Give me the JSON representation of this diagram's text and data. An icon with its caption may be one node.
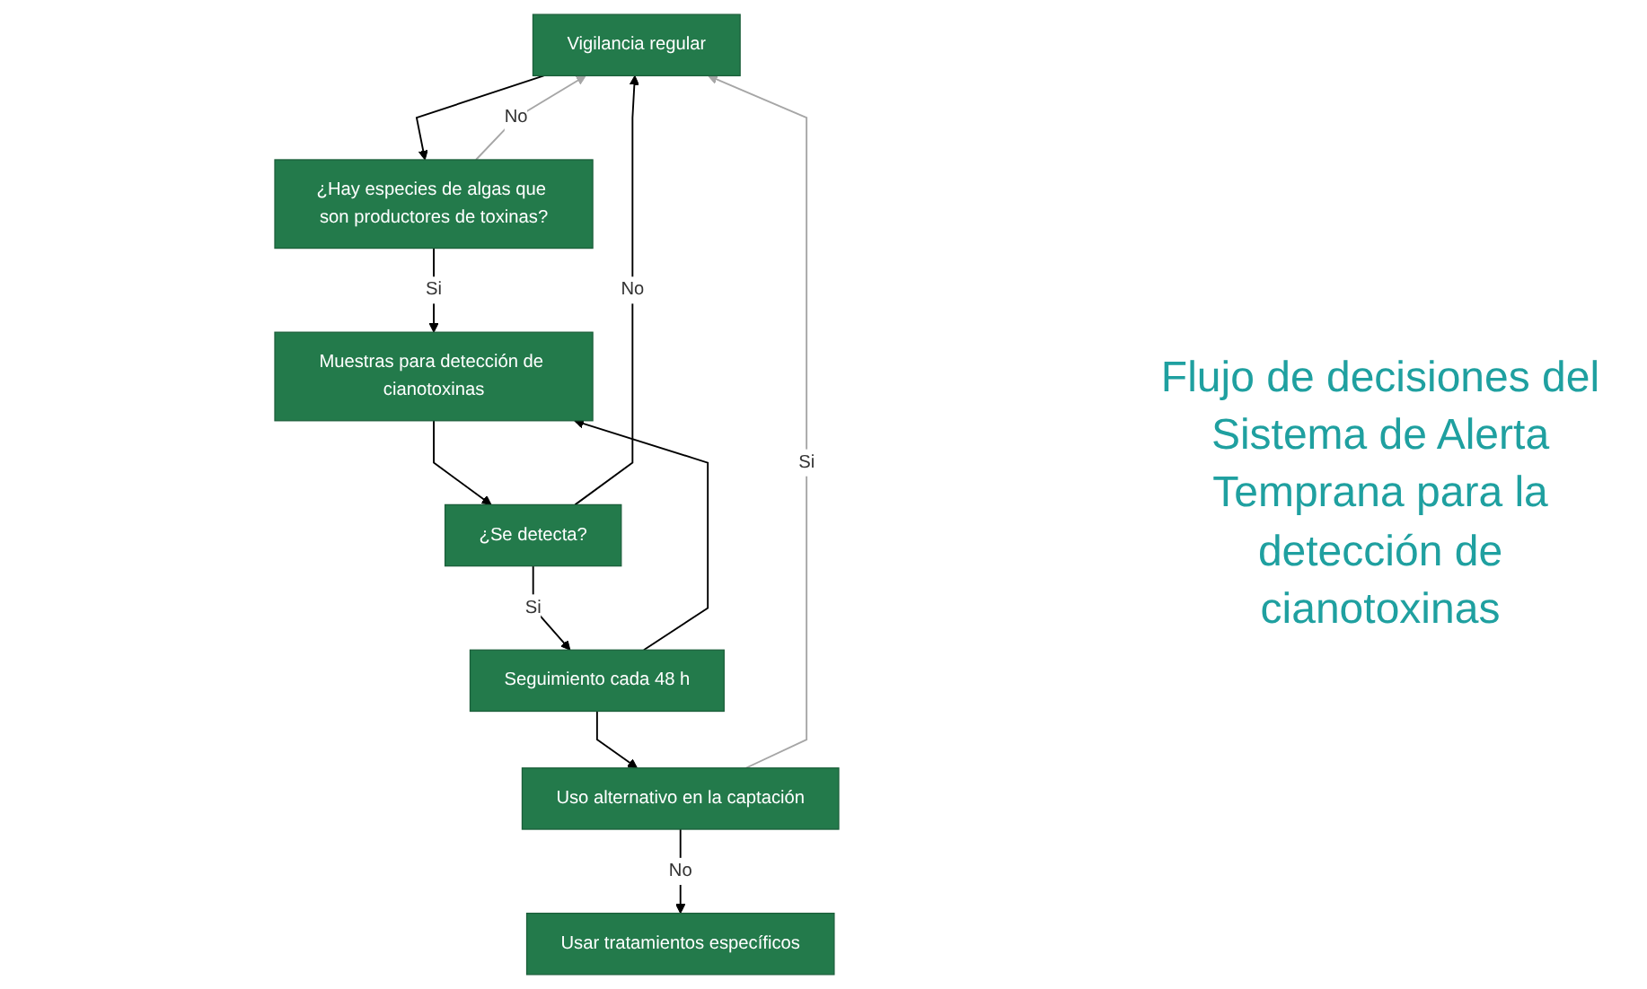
{
  "diagram": {
    "title": "Flujo de decisiones del Sistema de Alerta Temprana para la detección de cianotoxinas",
    "nodes": [
      {
        "text": [
          "Vigilancia regular"
        ]
      },
      {
        "text": [
          "¿Hay especies de algas que son productores de toxinas?"
        ]
      },
      {
        "text": [
          "Muestras para detección de cianotoxinas"
        ]
      },
      {
        "text": [
          "¿Se detecta?"
        ]
      },
      {
        "text": [
          "Seguimiento cada 48 h"
        ]
      },
      {
        "text": [
          "Uso alternativo en la captación"
        ]
      },
      {
        "text": [
          "Usar tratamientos específicos"
        ]
      }
    ],
    "edges": [
      {
        "from": 0,
        "to": 1,
        "arrow": "to"
      },
      {
        "from": 1,
        "to": 0,
        "arrow": "to",
        "label": "No",
        "color": "#a6a6a6"
      },
      {
        "from": 1,
        "to": 2,
        "arrow": "to",
        "label": "Si"
      },
      {
        "from": 2,
        "to": 3,
        "arrow": "to"
      },
      {
        "from": 3,
        "to": 0,
        "arrow": "to",
        "label": "No"
      },
      {
        "from": 3,
        "to": 4,
        "arrow": "to",
        "label": "Si"
      },
      {
        "from": 4,
        "to": 2,
        "arrow": "to"
      },
      {
        "from": 4,
        "to": 5,
        "arrow": "to"
      },
      {
        "from": 5,
        "to": 0,
        "arrow": "to",
        "label": "Si",
        "color": "#a6a6a6"
      },
      {
        "from": 5,
        "to": 6,
        "arrow": "to",
        "label": "No"
      }
    ]
  }
}
